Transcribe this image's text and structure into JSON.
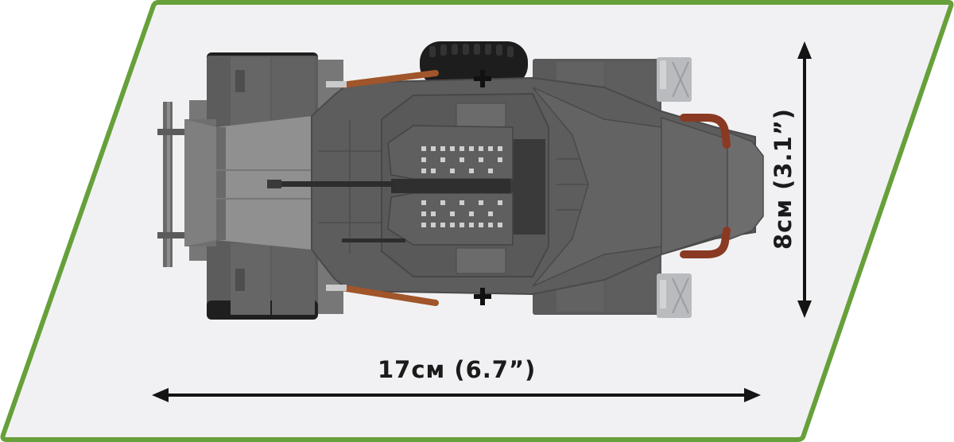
{
  "image": {
    "subject": "Top-down view of a grey brick-built armored car model",
    "background_color": "#ffffff",
    "panel": {
      "fill": "#f1f1f3",
      "border": "#67a03a",
      "shape": "parallelogram"
    }
  },
  "dimensions": {
    "length": {
      "label": "17см (6.7”)",
      "metric": "17см",
      "imperial": "6.7”"
    },
    "width": {
      "label": "8см (3.1”)",
      "metric": "8см",
      "imperial": "3.1”"
    }
  },
  "icons": {
    "length_arrow": "double-headed-horizontal-arrow",
    "width_arrow": "double-headed-vertical-arrow",
    "insignia": "balkenkreuz-cross"
  },
  "colors": {
    "body_dark": "#5a5a5a",
    "body_mid": "#6b6b6b",
    "body_light": "#8c8c8c",
    "tire": "#1c1c1c",
    "rust_brown": "#a0552a",
    "exhaust_red": "#8a3a22",
    "jerrycan": "#b9bbbe",
    "arrow": "#141414"
  }
}
